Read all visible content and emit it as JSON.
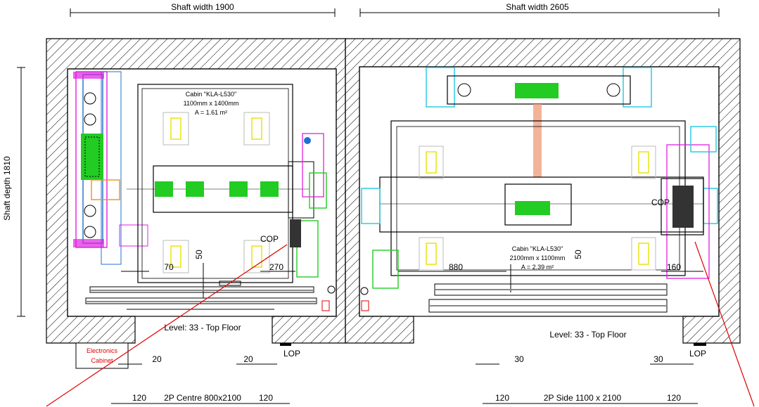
{
  "left_shaft": {
    "shaft_width_label": "Shaft width  1900",
    "shaft_depth_label": "Shaft depth  1810",
    "cabin_title": "Cabin \"KLA-L530\"",
    "cabin_size": "1100mm x 1400mm",
    "cabin_area": "A = 1.61 m²",
    "cop_label": "COP",
    "dim_70": "70",
    "dim_50": "50",
    "dim_270": "270",
    "level_label": "Level: 33 - Top Floor",
    "electronics_cabinet_line1": "Electronics",
    "electronics_cabinet_line2": "Cabinet",
    "dim_20_a": "20",
    "dim_20_b": "20",
    "lop_label": "LOP",
    "door_left_120": "120",
    "door_label": "2P Centre 800x2100",
    "door_right_120": "120"
  },
  "right_shaft": {
    "shaft_width_label": "Shaft width  2605",
    "cabin_title": "Cabin \"KLA-L530\"",
    "cabin_size": "2100mm x 1100mm",
    "cabin_area": "A = 2.39 m²",
    "cop_label": "COP",
    "dim_880": "880",
    "dim_50": "50",
    "dim_160": "160",
    "level_label": "Level: 33 - Top Floor",
    "dim_30_a": "30",
    "dim_30_b": "30",
    "lop_label": "LOP",
    "door_left_120": "120",
    "door_label": "2P Side  1100 x 2100",
    "door_right_120": "120"
  },
  "colors": {
    "line": "#000000",
    "red_leader": "#e00000",
    "green": "#22cc22",
    "magenta": "#e020e0",
    "cyan": "#20c8e0",
    "blue": "#2070d0",
    "orange": "#f09020",
    "yellow": "#e8e000",
    "salmon": "#f0a080"
  }
}
